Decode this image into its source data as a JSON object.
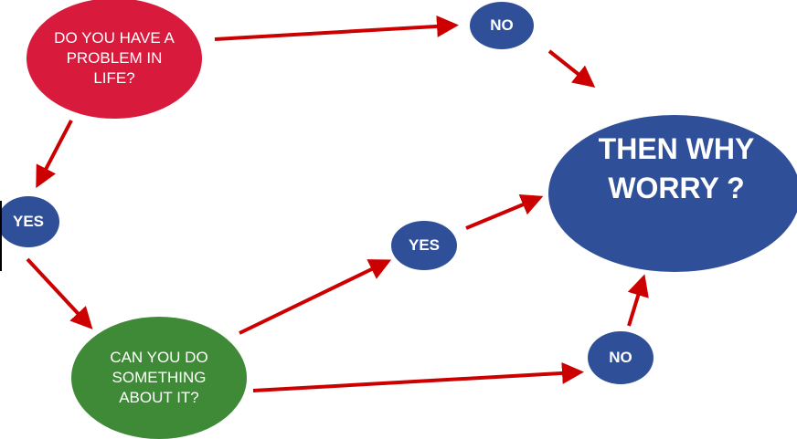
{
  "nodes": {
    "question1": "DO YOU HAVE A PROBLEM IN LIFE?",
    "yes1": "YES",
    "no1": "NO",
    "question2": "CAN YOU DO SOMETHING ABOUT IT?",
    "yes2": "YES",
    "no2": "NO",
    "conclusion": "THEN WHY WORRY ?"
  },
  "colors": {
    "question1": "#d81b3c",
    "question2": "#3e8a36",
    "answer": "#2f4f99",
    "arrow": "#cc0000"
  }
}
